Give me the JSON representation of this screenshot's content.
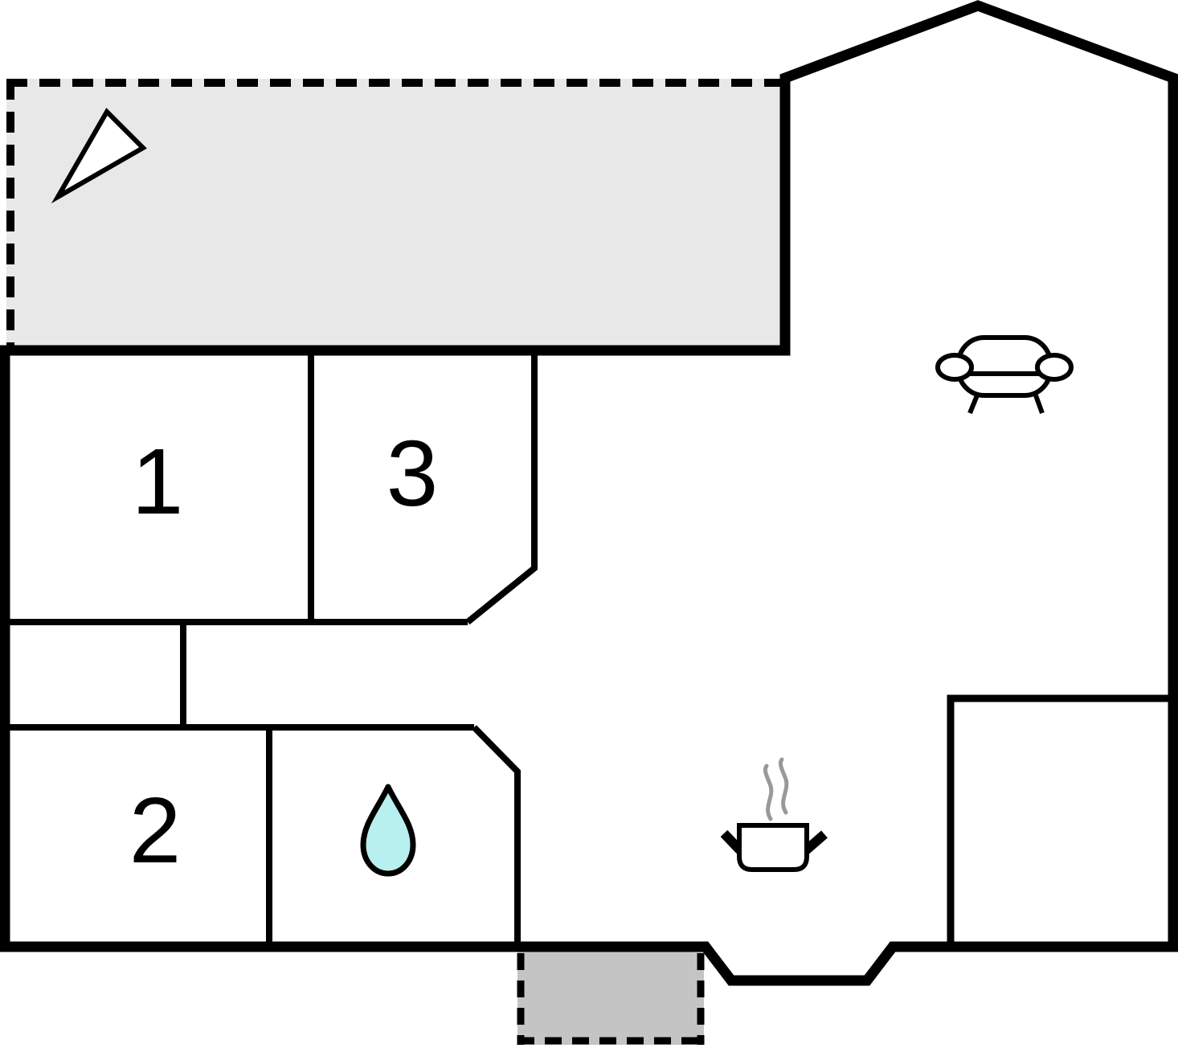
{
  "plan": {
    "title": "floor-plan",
    "labels": {
      "room1": "1",
      "room2": "2",
      "room3": "3"
    },
    "rooms": [
      {
        "id": "bedroom-1",
        "label": "1"
      },
      {
        "id": "bedroom-2",
        "label": "2"
      },
      {
        "id": "bedroom-3",
        "label": "3"
      },
      {
        "id": "bathroom",
        "icon": "water-drop-icon"
      },
      {
        "id": "kitchen",
        "icon": "cooking-pot-icon"
      },
      {
        "id": "living-room",
        "icon": "sofa-icon"
      },
      {
        "id": "terrace",
        "icon": "north-arrow-icon"
      },
      {
        "id": "entrance"
      },
      {
        "id": "storage-room"
      }
    ],
    "icons": [
      "north-arrow-icon",
      "sofa-icon",
      "water-drop-icon",
      "cooking-pot-icon",
      "steam-icon"
    ],
    "colors": {
      "wall": "#000000",
      "background": "#ffffff",
      "terrace_fill": "#e8e8e8",
      "entrance_fill": "#c4c4c4",
      "water_drop_fill": "#b7f0ee",
      "steam": "#999999"
    }
  }
}
